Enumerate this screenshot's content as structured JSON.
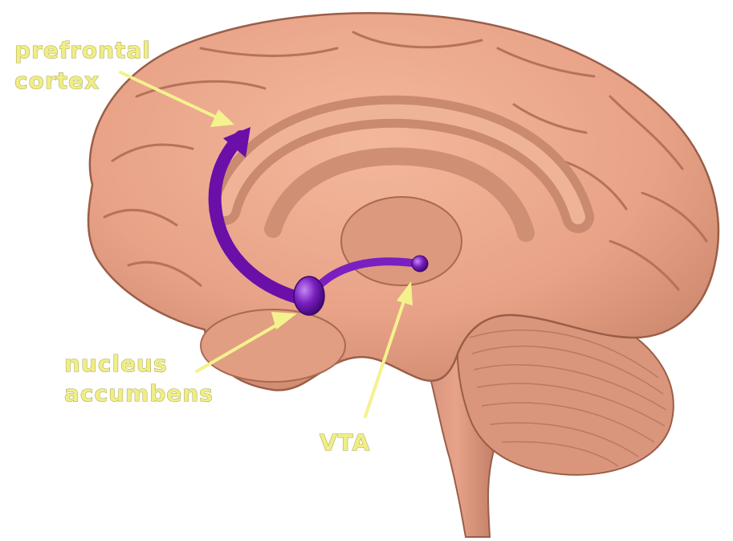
{
  "labels": {
    "prefrontal_cortex": [
      "prefrontal",
      "cortex"
    ],
    "nucleus_accumbens": [
      "nucleus",
      "accumbens"
    ],
    "vta": "VTA"
  },
  "colors": {
    "brain_fill": "#e8a287",
    "brain_shadow": "#b9765e",
    "brain_highlight": "#f3b89c",
    "pathway": "#6a0fa8",
    "pathway_light": "#9b3fe0",
    "label_text": "#f0ee84",
    "arrow": "#f4f28c",
    "background": "#ffffff"
  },
  "icons": {
    "pathway_arrow": "curved-arrow",
    "nucleus": "sphere-node",
    "vta": "sphere-node"
  }
}
